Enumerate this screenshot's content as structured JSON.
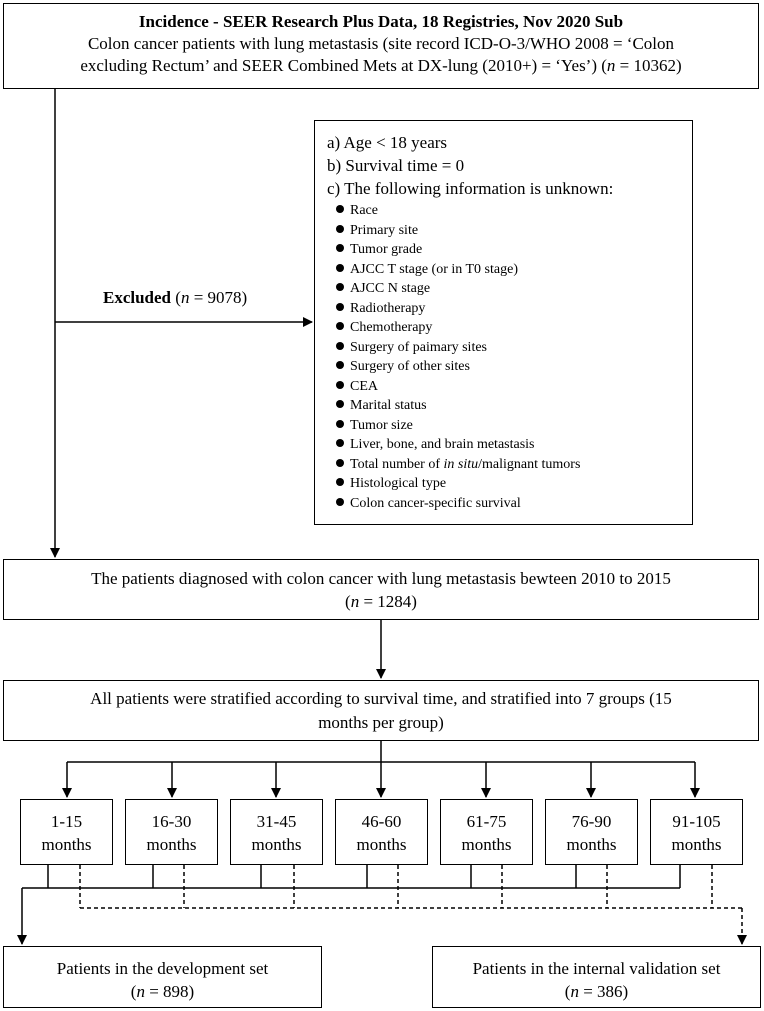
{
  "top_box": {
    "title": "Incidence - SEER Research Plus Data, 18 Registries, Nov 2020 Sub",
    "line1": "Colon cancer patients with lung metastasis (site record ICD-O-3/WHO 2008 = ‘Colon",
    "line2_pre": "excluding Rectum’ and SEER Combined Mets at DX-lung (2010+) = ‘Yes’) (",
    "n_var": "n",
    "line2_post": " = 10362)"
  },
  "excluded": {
    "label": "Excluded",
    "open": " (",
    "n_var": "n",
    "count_text": " = 9078)"
  },
  "exclusion_criteria": {
    "a": "a) Age < 18 years",
    "b": "b) Survival time = 0",
    "c": "c) The following information is unknown:",
    "unknown_items": [
      "Race",
      "Primary site",
      "Tumor grade",
      "AJCC T stage (or in T0 stage)",
      "AJCC N stage",
      "Radiotherapy",
      "Chemotherapy",
      "Surgery of paimary sites",
      "Surgery of other sites",
      "CEA",
      "Marital status",
      "Tumor size",
      "Liver, bone, and brain metastasis",
      "Total number of in situ/malignant tumors",
      "Histological type",
      "Colon cancer-specific survival"
    ],
    "item13_pre": "Total number of ",
    "item13_ital": "in situ",
    "item13_post": "/malignant tumors"
  },
  "cohort_box": {
    "line1": "The patients diagnosed with colon cancer with lung metastasis bewteen 2010 to 2015",
    "open": "(",
    "n_var": "n",
    "count_text": " = 1284)"
  },
  "strat_box": {
    "line1": "All patients were stratified according to survival time, and stratified into 7 groups  (15",
    "line2": "months per group)"
  },
  "groups": [
    {
      "range": "1-15",
      "unit": "months"
    },
    {
      "range": "16-30",
      "unit": "months"
    },
    {
      "range": "31-45",
      "unit": "months"
    },
    {
      "range": "46-60",
      "unit": "months"
    },
    {
      "range": "61-75",
      "unit": "months"
    },
    {
      "range": "76-90",
      "unit": "months"
    },
    {
      "range": "91-105",
      "unit": "months"
    }
  ],
  "development_set": {
    "label": "Patients in the development set",
    "open": "(",
    "n_var": "n",
    "count_text": " = 898)"
  },
  "validation_set": {
    "label": "Patients in the internal validation set",
    "open": "(",
    "n_var": "n",
    "count_text": " = 386)"
  },
  "colors": {
    "line": "#000000",
    "background": "#ffffff"
  }
}
